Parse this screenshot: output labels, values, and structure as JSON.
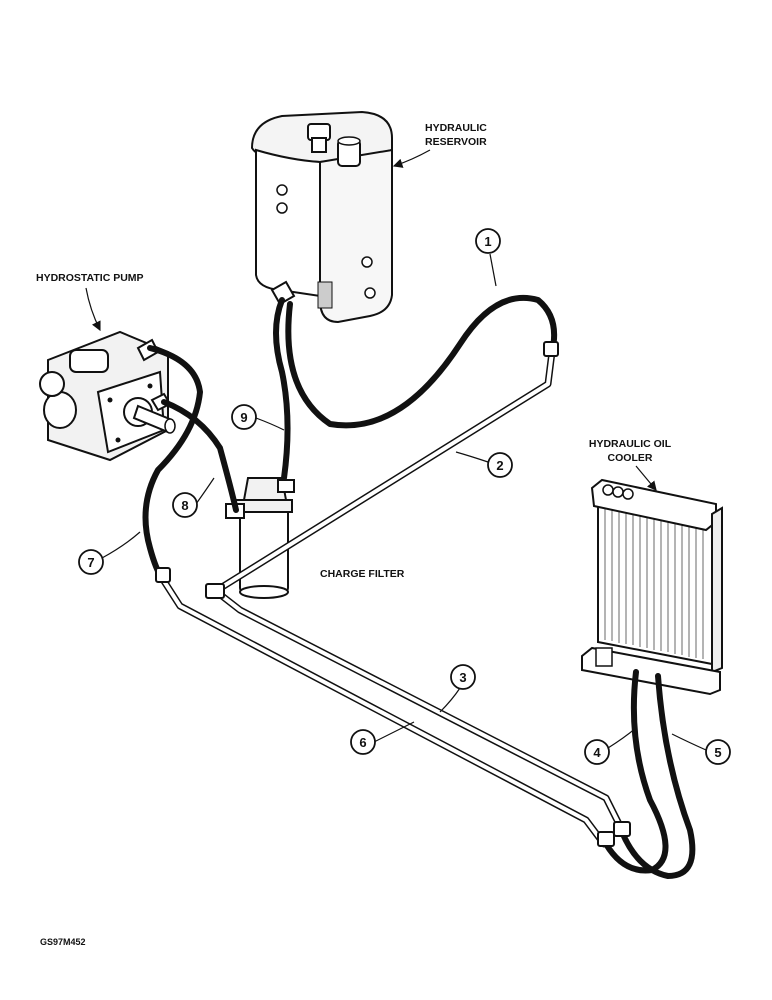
{
  "labels": {
    "reservoir_line1": "HYDRAULIC",
    "reservoir_line2": "RESERVOIR",
    "pump": "HYDROSTATIC PUMP",
    "cooler_line1": "HYDRAULIC OIL",
    "cooler_line2": "COOLER",
    "filter": "CHARGE FILTER"
  },
  "callouts": [
    "1",
    "2",
    "3",
    "4",
    "5",
    "6",
    "7",
    "8",
    "9"
  ],
  "reference_code": "GS97M452"
}
